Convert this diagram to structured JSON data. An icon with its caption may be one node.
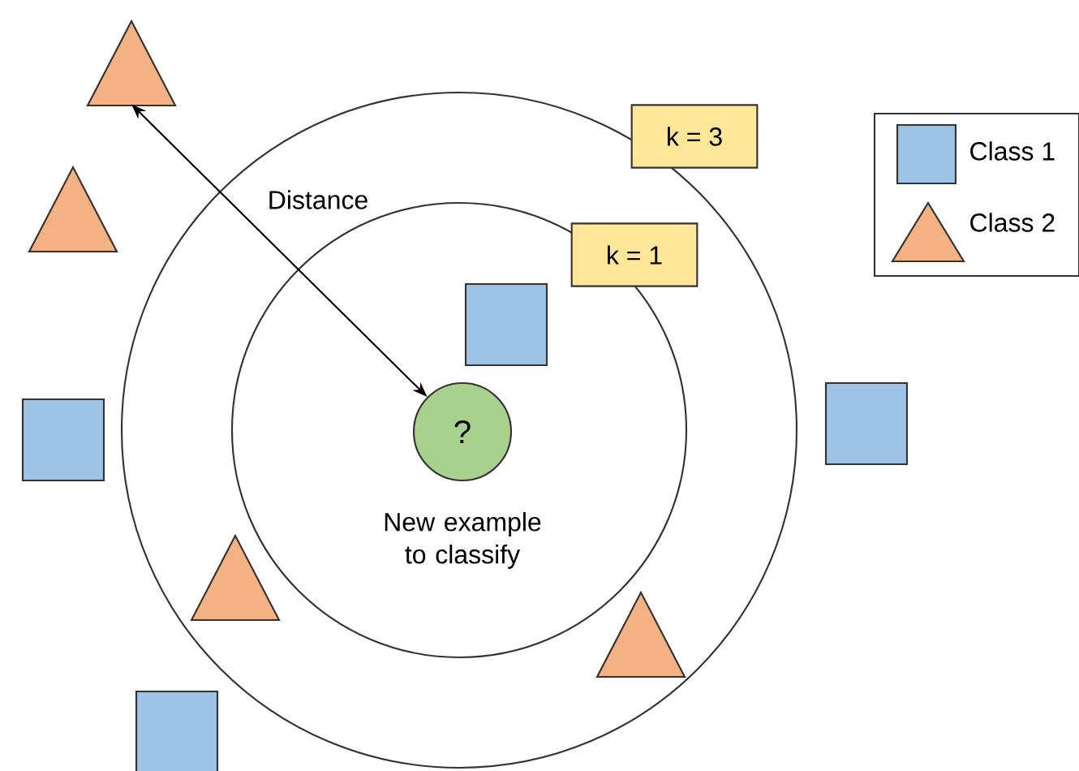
{
  "diagram": {
    "nodes": [
      {
        "text": [
          "?"
        ],
        "beside": [
          "New example to classify"
        ]
      },
      {
        "text": [],
        "shape": "triangle"
      },
      {
        "text": [
          "k = 3"
        ]
      },
      {
        "text": [
          "k = 1"
        ]
      },
      {
        "text": [],
        "shape": "triangle"
      },
      {
        "text": [],
        "shape": "box"
      },
      {
        "text": [],
        "shape": "box"
      },
      {
        "text": [],
        "shape": "box"
      },
      {
        "text": [],
        "shape": "box"
      },
      {
        "text": [],
        "shape": "triangle"
      },
      {
        "text": [],
        "shape": "triangle"
      }
    ],
    "edges": [
      {
        "from": 0,
        "to": 1,
        "arrow": "both",
        "label": "Distance"
      }
    ],
    "legend": [
      {
        "text": "Class 1"
      },
      {
        "text": "Class 2"
      }
    ]
  }
}
